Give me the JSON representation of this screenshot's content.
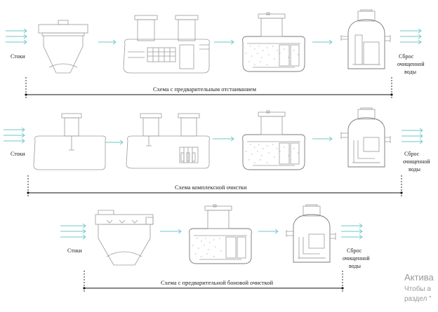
{
  "schemes": [
    {
      "inlet_label": "Стоки",
      "outlet_label": [
        "Сброс",
        "очищенной",
        "воды"
      ],
      "caption": "Схема с предварительным отстаиванием",
      "units": [
        "settling-cone-tank",
        "double-sump-tank",
        "biofilter-tank",
        "vertical-separator"
      ]
    },
    {
      "inlet_label": "Стоки",
      "outlet_label": [
        "Сброс",
        "очищенной",
        "воды"
      ],
      "caption": "Схема комплексной очистки",
      "units": [
        "rect-sump-tank",
        "rect-double-sump-tank",
        "biofilter-tank",
        "vertical-separator"
      ]
    },
    {
      "inlet_label": "Стоки",
      "outlet_label": [
        "Сброс",
        "очищенной",
        "воды"
      ],
      "caption": "Схема с предварительной боновой очисткой",
      "units": [
        "boom-cone-tank",
        "biofilter-tank",
        "vertical-separator"
      ]
    }
  ],
  "watermark": {
    "line1": "Актива",
    "line2": "Чтобы а",
    "line3": "раздел \""
  },
  "colors": {
    "arrow": "#6fc7c9",
    "outline": "#9a9a9a",
    "text": "#222222",
    "watermark": "#9a9a9a"
  }
}
